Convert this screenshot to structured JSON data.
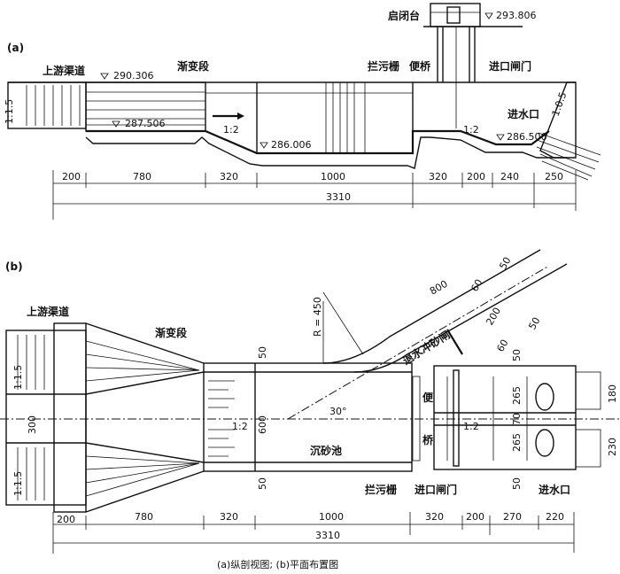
{
  "section_a": {
    "tag": "(a)",
    "labels": {
      "upstream_channel": "上游渠道",
      "transition": "渐变段",
      "trash_rack": "拦污栅",
      "footbridge": "便桥",
      "hoist_platform": "启闭台",
      "inlet_gate": "进口闸门",
      "intake": "进水口"
    },
    "elevations": [
      "290.306",
      "287.506",
      "286.006",
      "286.506",
      "293.806"
    ],
    "slopes": [
      "1:1.5",
      "1:2",
      "1:2",
      "1:0.5"
    ],
    "dimensions": [
      "200",
      "780",
      "320",
      "1000",
      "320",
      "200",
      "240",
      "250"
    ],
    "total": "3310"
  },
  "section_b": {
    "tag": "(b)",
    "labels": {
      "upstream_channel": "上游渠道",
      "transition": "渐变段",
      "settling_basin": "沉砂池",
      "flush_gate": "退水冲砂闸",
      "trash_rack": "拦污栅",
      "inlet_gate": "进口闸门",
      "intake": "进水口",
      "bridge_1": "便",
      "bridge_2": "桥"
    },
    "radius": "R = 450",
    "angle": "30°",
    "slopes": [
      "1:1.5",
      "1:1.5",
      "1:2",
      "1:2"
    ],
    "side_dims": [
      "300",
      "600",
      "50",
      "50",
      "50",
      "50",
      "265",
      "70",
      "265",
      "180",
      "230",
      "800",
      "60",
      "200",
      "50",
      "60",
      "50"
    ],
    "dimensions": [
      "200",
      "780",
      "320",
      "1000",
      "320",
      "200",
      "270",
      "220"
    ],
    "total": "3310"
  },
  "caption": "(a)纵剖视图; (b)平面布置图"
}
